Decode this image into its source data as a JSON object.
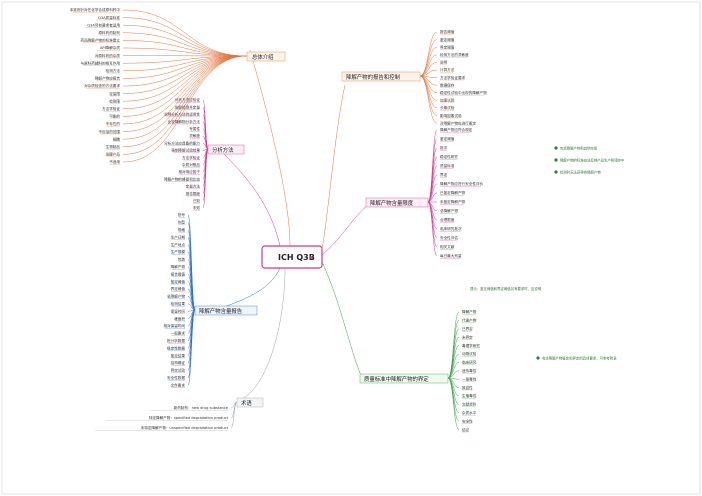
{
  "center": {
    "title": "ICH Q3B"
  },
  "colors": {
    "orange": "#e8743b",
    "pink": "#d8368a",
    "blue": "#2d6fd8",
    "green": "#3aa24a",
    "gray": "#9aa0a6",
    "note": "#2e7d32"
  },
  "branches": {
    "b1": {
      "label": "总体介绍",
      "items": [
        "本准则针对在化学合成原料药中",
        "Q3A质量标准",
        "Q3A另有要求者适用",
        "原料药的制剂",
        "药品降解产物的标准建立",
        "API降解杂质",
        "对原料药的杂质",
        "与原料药辅料的相互作用",
        "检测方法",
        "降解产物应报告",
        "对杂质检查的方法要求",
        "定量限",
        "检测限",
        "方法学验证",
        "可能的",
        "不存在的",
        "不包括的范围",
        "细胞",
        "生物制品",
        "发酵产品",
        "不适用"
      ]
    },
    "b2": {
      "label": "分析方法",
      "items": [
        "分析方法应验证",
        "应能检测并定量",
        "说明分析方法的适用性",
        "比较降解物分析方法",
        "专属性",
        "灵敏度",
        "分析方法应具备的能力",
        "强制降解试验结果",
        "方法学验证",
        "杂质对照品",
        "相对响应因子",
        "降解产物的峰面积比较",
        "定量方法",
        "报告限度",
        "已知",
        "未知"
      ]
    },
    "b3": {
      "label": "降解产物含量报告",
      "items": [
        "批号",
        "剂型",
        "规格",
        "生产日期",
        "生产地点",
        "生产规模",
        "包装",
        "降解产物",
        "报告阈值",
        "鉴定阈值",
        "界定阈值",
        "总降解产物",
        "检测结果",
        "保留时间",
        "峰面积",
        "相对保留时间",
        "一般要求",
        "批分析数据",
        "稳定性数据",
        "鉴定结果",
        "结构确证",
        "界定试验",
        "安全性数据",
        "文件要求"
      ]
    },
    "b4": {
      "label": "术语",
      "items": [
        "新药制剂：new drug substance",
        "特定降解产物：specified degradation product",
        "未特定降解产物：unspecified degradation product"
      ]
    },
    "b5": {
      "label": "降解产物的报告和控制",
      "items": [
        "报告阈值",
        "鉴定阈值",
        "界定阈值",
        "检测方法的灵敏度",
        "说明",
        "计算方法",
        "方法学验证要求",
        "数据保存",
        "稳定性试验中出现的降解产物",
        "加速试验",
        "长期试验",
        "影响因素试验",
        "对降解产物应进行鉴定"
      ]
    },
    "b6": {
      "label": "降解产物含量限度",
      "items": [
        "降解产物应符合规定",
        "鉴定阈值",
        "批次",
        "稳定性研究",
        "质量标准",
        "界定",
        "降解产物应进行安全性评价",
        "已鉴定降解产物",
        "未鉴定降解产物",
        "总降解产物",
        "合理限度",
        "临床研究批次",
        "安全性评估",
        "相关文献",
        "每日最大剂量"
      ]
    },
    "b7": {
      "label": "质量标准中降解产物的界定",
      "items": [
        "降解产物",
        "代谢产物",
        "已界定",
        "未界定",
        "毒理学研究",
        "动物试验",
        "临床研究",
        "遗传毒性",
        "一般毒性",
        "致癌性",
        "生殖毒性",
        "文献资料",
        "杂质水平",
        "安全性",
        "结论"
      ]
    }
  },
  "notes": {
    "n1": "包括降解产物和其他杂质",
    "n2": "降解产物的标准应该反映产品生产和储存中",
    "n3": "检测时无法获得的降解产物",
    "n4": "提示：鉴定阈值和界定阈值另有要求时，应说明",
    "n5": "有关降解产物鉴定和界定的具体要求，可参考附录"
  }
}
